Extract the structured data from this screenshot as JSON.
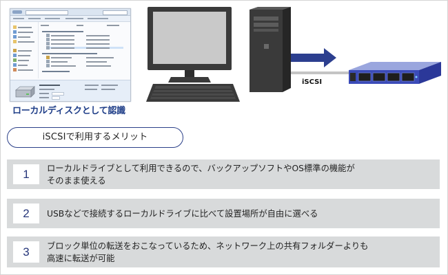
{
  "explorer_caption": "ローカルディスクとして認識",
  "connection_label": "iSCSI",
  "merit_title": "iSCSIで利用するメリット",
  "merits": [
    {
      "number": "1",
      "line1": "ローカルドライブとして利用できるので、バックアップソフトやOS標準の機能が",
      "line2": "そのまま使える"
    },
    {
      "number": "2",
      "line1": "USBなどで接続するローカルドライブに比べて設置場所が自由に選べる",
      "line2": ""
    },
    {
      "number": "3",
      "line1": "ブロック単位の転送をおこなっているため、ネットワーク上の共有フォルダーよりも",
      "line2": "高速に転送が可能"
    }
  ],
  "icons": [
    "explorer-window-thumbnail",
    "hard-drive-icon",
    "monitor-icon",
    "keyboard-icon",
    "pc-tower-icon",
    "arrow-right-icon",
    "rack-nas-server-icon"
  ],
  "colors": {
    "accent_navy": "#1f3e88",
    "pill_border": "#2a3f88",
    "arrow_navy": "#2c3f8f",
    "row_background": "#d8dadb",
    "number_color": "#26367a",
    "server_blue": "#3b4bb8"
  }
}
